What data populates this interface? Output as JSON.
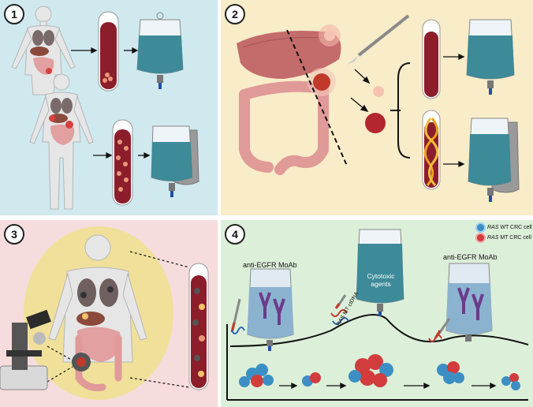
{
  "panels": [
    {
      "number": "1"
    },
    {
      "number": "2"
    },
    {
      "number": "3"
    },
    {
      "number": "4"
    }
  ],
  "panel4": {
    "legend": [
      {
        "gene": "RAS",
        "rest": " WT CRC cell",
        "color": "#3c8fc4"
      },
      {
        "gene": "RAS",
        "rest": " MT CRC cell",
        "color": "#d23c3c"
      }
    ],
    "label_left": "anti-EGFR MoAb",
    "label_right": "anti-EGFR MoAb",
    "label_bag": "Cytotoxic agents",
    "label_ctdna": "RAS MT ctDNA"
  }
}
